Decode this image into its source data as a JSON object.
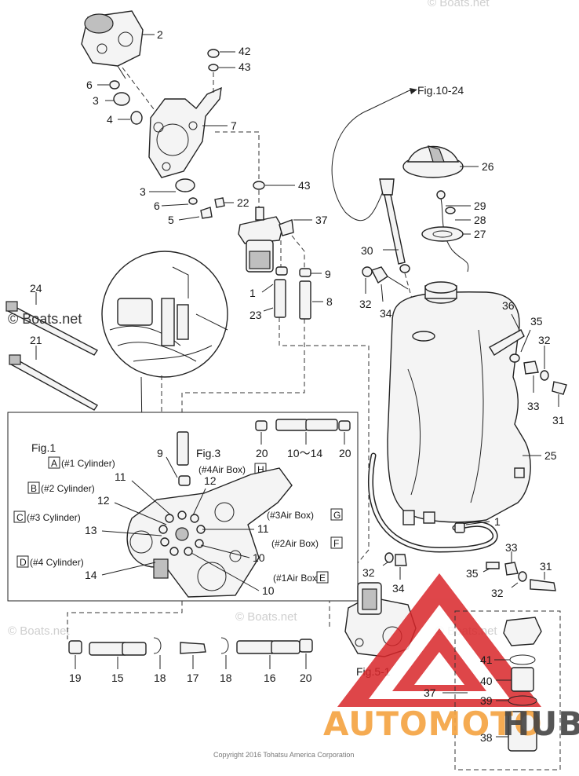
{
  "callouts": {
    "c1": "1",
    "c2": "2",
    "c3": "3",
    "c4": "4",
    "c5": "5",
    "c6": "6",
    "c7": "7",
    "c8": "8",
    "c9": "9",
    "c10": "10",
    "c11": "11",
    "c12": "12",
    "c13": "13",
    "c14": "14",
    "c15": "15",
    "c16": "16",
    "c17": "17",
    "c18": "18",
    "c19": "19",
    "c20": "20",
    "c21": "21",
    "c22": "22",
    "c23": "23",
    "c24": "24",
    "c25": "25",
    "c26": "26",
    "c27": "27",
    "c28": "28",
    "c29": "29",
    "c30": "30",
    "c31": "31",
    "c32": "32",
    "c33": "33",
    "c34": "34",
    "c35": "35",
    "c36": "36",
    "c37": "37",
    "c38": "38",
    "c39": "39",
    "c40": "40",
    "c41": "41",
    "c42": "42",
    "c43": "43",
    "range_10_14": "10～14"
  },
  "figure_refs": {
    "fig_10_24": "Fig.10-24",
    "fig_1": "Fig.1",
    "fig_3": "Fig.3",
    "fig_5_1": "Fig.5-1"
  },
  "cylinders": [
    {
      "key": "A",
      "label": "(#1 Cylinder)"
    },
    {
      "key": "B",
      "label": "(#2 Cylinder)"
    },
    {
      "key": "C",
      "label": "(#3 Cylinder)"
    },
    {
      "key": "D",
      "label": "(#4 Cylinder)"
    }
  ],
  "air_boxes": [
    {
      "key": "H",
      "label": "(#4Air Box)"
    },
    {
      "key": "G",
      "label": "(#3Air Box)"
    },
    {
      "key": "F",
      "label": "(#2Air Box)"
    },
    {
      "key": "E",
      "label": "(#1Air Box)"
    }
  ],
  "watermarks": {
    "boats_main": "© Boats.net",
    "boats_faint": "© Boats.net",
    "brand_left": "AUTOMOTO",
    "brand_right": "HUB"
  },
  "copyright": "Copyright 2016 Tohatsu America Corporation",
  "colors": {
    "line": "#222222",
    "brand_orange": "#f4a340",
    "brand_red": "#d9262a",
    "watermark_gray": "#cfcfcf"
  }
}
